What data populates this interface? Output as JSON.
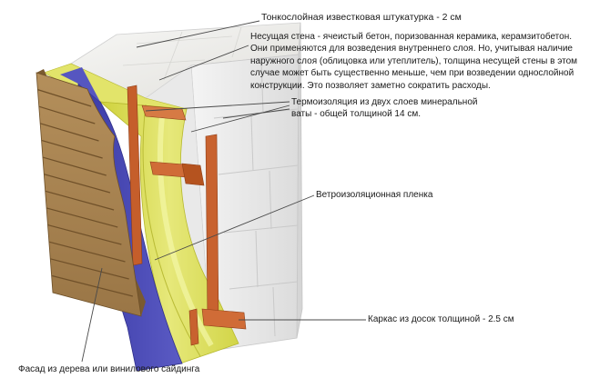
{
  "diagram": {
    "labels": {
      "plaster": "Тонкослойная известковая штукатурка - 2 см",
      "bearing_wall": [
        "Несущая стена - ячеистый бетон, поризованная керамика, керамзитобетон.",
        "Они применяются для возведения внутреннего слоя. Но, учитывая наличие",
        "наружного слоя (облицовка или утеплитель), толщина несущей стены в этом",
        "случае может быть существенно меньше, чем при возведении однослойной",
        "конструкции. Это позволяет заметно сократить расходы."
      ],
      "insulation": [
        "Термоизоляция из двух слоев минеральной",
        "ваты - общей толщиной 14 см."
      ],
      "membrane": "Ветроизоляционная пленка",
      "frame": "Каркас из досок толщиной - 2.5 см",
      "facade": "Фасад из дерева или винилового сайдинга"
    },
    "colors": {
      "block_top": "#ecebe7",
      "block_front": "#f2f2f2",
      "block_side": "#dedede",
      "insulation": "#d7d94a",
      "insulation_light": "#eef08e",
      "membrane": "#4a49b5",
      "timber": "#c8622f",
      "siding": "#a88553",
      "leader": "#555555"
    }
  }
}
